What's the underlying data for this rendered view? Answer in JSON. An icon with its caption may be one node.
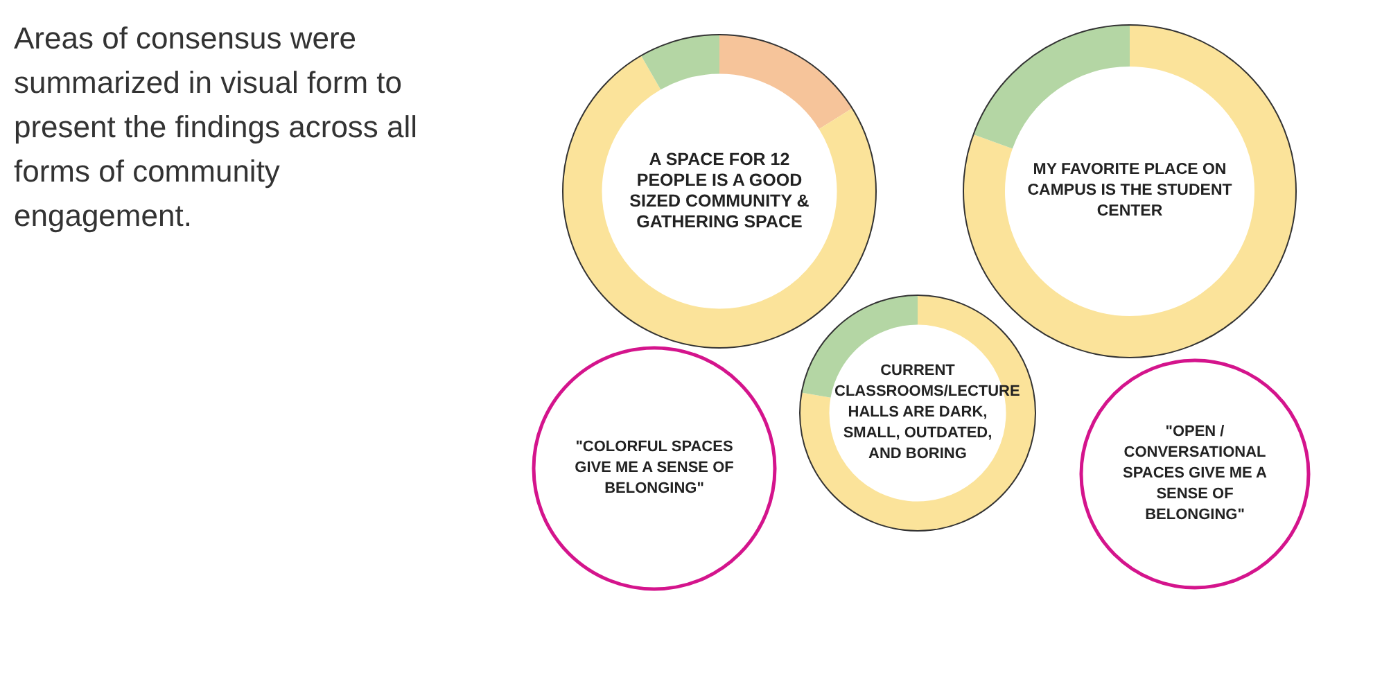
{
  "diagram": {
    "nodes": [
      {
        "text": [
          "A SPACE FOR 12 PEOPLE IS A GOOD SIZED COMMUNITY & GATHERING SPACE"
        ]
      },
      {
        "text": [
          "MY FAVORITE PLACE ON CAMPUS IS THE STUDENT CENTER"
        ]
      },
      {
        "text": [
          "\"COLORFUL SPACES GIVE ME A SENSE OF BELONGING\""
        ]
      },
      {
        "text": [
          "CURRENT CLASSROOMS/LECTURE HALLS ARE DARK, SMALL, OUTDATED, AND BORING"
        ]
      },
      {
        "text": [
          "\"OPEN / CONVERSATIONAL SPACES GIVE ME A SENSE OF BELONGING\""
        ]
      }
    ],
    "edges": [],
    "labels": [
      "Areas of consensus were summarized in visual form to present the findings across all forms of community engagement."
    ]
  }
}
